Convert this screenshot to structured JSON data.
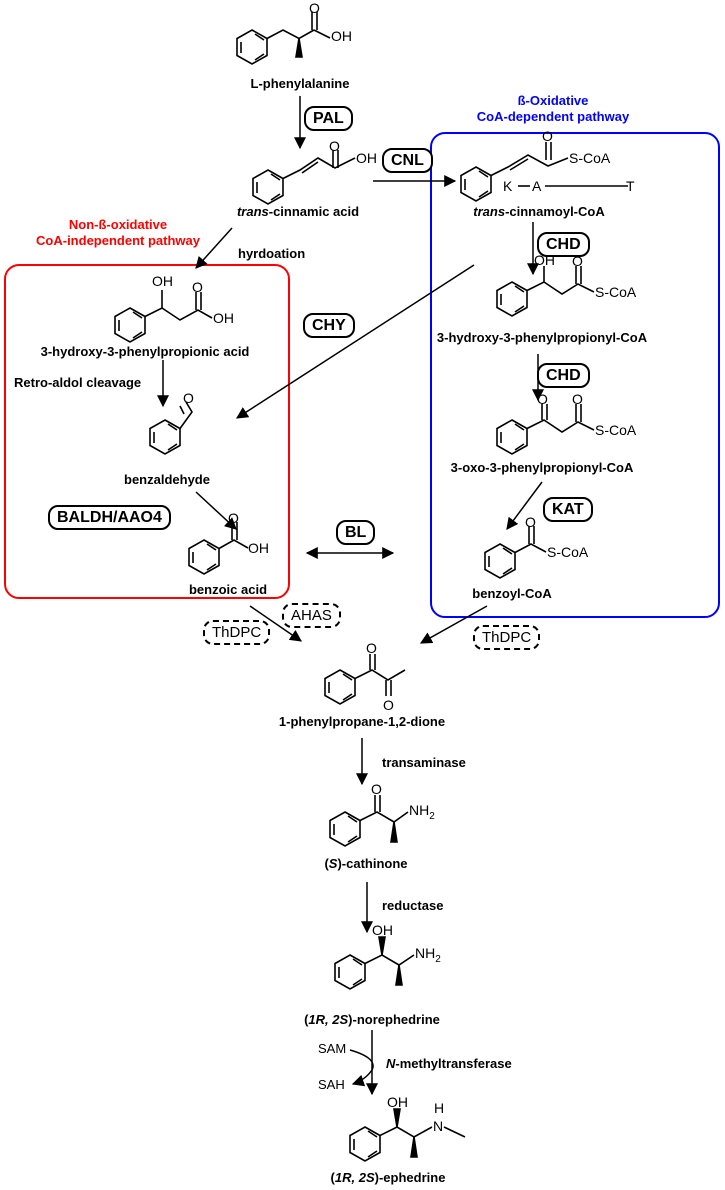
{
  "compounds": {
    "phenylalanine": "L-phenylalanine",
    "cinnamic_prefix": "trans",
    "cinnamic_suffix": "-cinnamic acid",
    "cinnamoyl_prefix": "trans",
    "cinnamoyl_suffix": "-cinnamoyl-CoA",
    "hydroxy_acid": "3-hydroxy-3-phenylpropionic acid",
    "hydroxy_coa": "3-hydroxy-3-phenylpropionyl-CoA",
    "oxo_coa": "3-oxo-3-phenylpropionyl-CoA",
    "benzaldehyde": "benzaldehyde",
    "benzoic_acid": "benzoic acid",
    "benzoyl_coa": "benzoyl-CoA",
    "dione": "1-phenylpropane-1,2-dione",
    "cathinone_pre": "(",
    "cathinone_ital": "S",
    "cathinone_post": ")-cathinone",
    "norephedrine_pre": "(",
    "norephedrine_ital": "1R, 2S",
    "norephedrine_post": ")-norephedrine",
    "ephedrine_pre": "(",
    "ephedrine_ital": "1R, 2S",
    "ephedrine_post": ")-ephedrine"
  },
  "enzymes": {
    "pal": "PAL",
    "cnl": "CNL",
    "chd1": "CHD",
    "chd2": "CHD",
    "chy": "CHY",
    "kat": "KAT",
    "baldh": "BALDH/AAO4",
    "bl": "BL",
    "ahas": "AHAS",
    "thdpc_left": "ThDPC",
    "thdpc_right": "ThDPC"
  },
  "steps": {
    "hydration": "hyrdoation",
    "retro_aldol": "Retro-aldol cleavage",
    "transaminase": "transaminase",
    "reductase": "reductase",
    "methyltransferase_ital": "N",
    "methyltransferase_rest": "-methyltransferase",
    "sam": "SAM",
    "sah": "SAH"
  },
  "pathways": {
    "red_line1": "Non-ß-oxidative",
    "red_line2": "CoA-independent pathway",
    "blue_line1": "ß-Oxidative",
    "blue_line2": "CoA-dependent pathway"
  },
  "atoms": {
    "oh": "OH",
    "o": "O",
    "scoa": "S-CoA",
    "nh2": "NH",
    "nh2_sub": "2",
    "n": "N",
    "h": "H",
    "k": "K",
    "a": "A",
    "t": "T"
  },
  "colors": {
    "non_beta_box": "#ff0000",
    "beta_box": "#0000ff",
    "ink": "#000000"
  }
}
